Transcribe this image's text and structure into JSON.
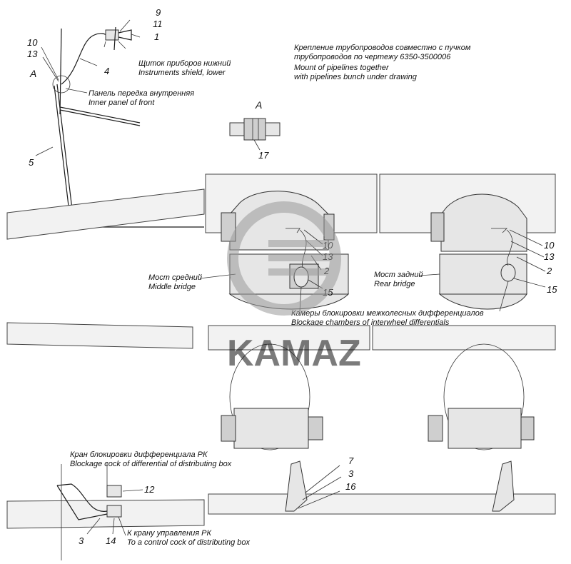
{
  "callouts": {
    "n1": "1",
    "n2a": "2",
    "n2b": "2",
    "n3a": "3",
    "n3b": "3",
    "n4": "4",
    "n5": "5",
    "n7": "7",
    "n9": "9",
    "n10a": "10",
    "n10b": "10",
    "n10c": "10",
    "n11": "11",
    "n12": "12",
    "n13a": "13",
    "n13b": "13",
    "n13c": "13",
    "n14": "14",
    "n15a": "15",
    "n15b": "15",
    "n16": "16",
    "n17": "17",
    "view_a_mark": "A",
    "view_a_title": "A"
  },
  "labels": {
    "instruments_ru": "Щиток приборов нижний",
    "instruments_en": "Instruments shield, lower",
    "inner_panel_ru": "Панель передка внутренняя",
    "inner_panel_en": "Inner panel of front",
    "mount_ru_1": "Крепление трубопроводов совместно с пучком",
    "mount_ru_2": "трубопроводов по чертежу 6350-3500006",
    "mount_en_1": "Mount of pipelines together",
    "mount_en_2": "with pipelines bunch under drawing",
    "middle_ru": "Мост средний",
    "middle_en": "Middle bridge",
    "rear_ru": "Мост задний",
    "rear_en": "Rear bridge",
    "chambers_ru": "Камеры блокировки межколесных дифференциалов",
    "chambers_en": "Blockage chambers of interwheel differentials",
    "cock_ru": "Кран блокировки дифференциала РК",
    "cock_en": "Blockage cock of differential of distributing box",
    "control_ru": "К крану управления РК",
    "control_en": "To a control cock of distributing box"
  },
  "watermark": {
    "text": "KAMAZ",
    "color": "#9a9a9a"
  }
}
